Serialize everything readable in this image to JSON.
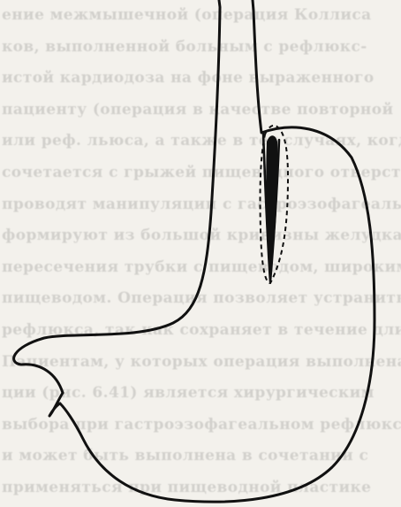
{
  "diagram": {
    "organ": "stomach",
    "stroke_color": "#111111",
    "background_color": "#f3f1ec"
  },
  "bleed_through": {
    "lines": [
      "ение межмышечной (операция Коллиса",
      "ков, выполненной больным с рефлюкс-",
      "истой кардиодоза на фоне выраженного",
      "пациенту (операция в качестве повторной",
      "или реф. льюса, а также в тех случаях, когда",
      "сочетается с грыжей пищеводного отверстия",
      "проводят манипуляции с гастроэзофагеальным",
      "формируют из большой кривизны желудка",
      "пересечения трубки с пищеводом, широким",
      "пищеводом. Операция позволяет устранить",
      "рефлюкса, так как сохраняет в течение длительного",
      "Пациентам, у которых операция выполнена",
      "ции (рис. 6.41) является хирургическим",
      "выбора при гастроэзофагеальном рефлюксе",
      "и может быть выполнена в сочетании с",
      "применяться при пищеводной пластике"
    ]
  }
}
